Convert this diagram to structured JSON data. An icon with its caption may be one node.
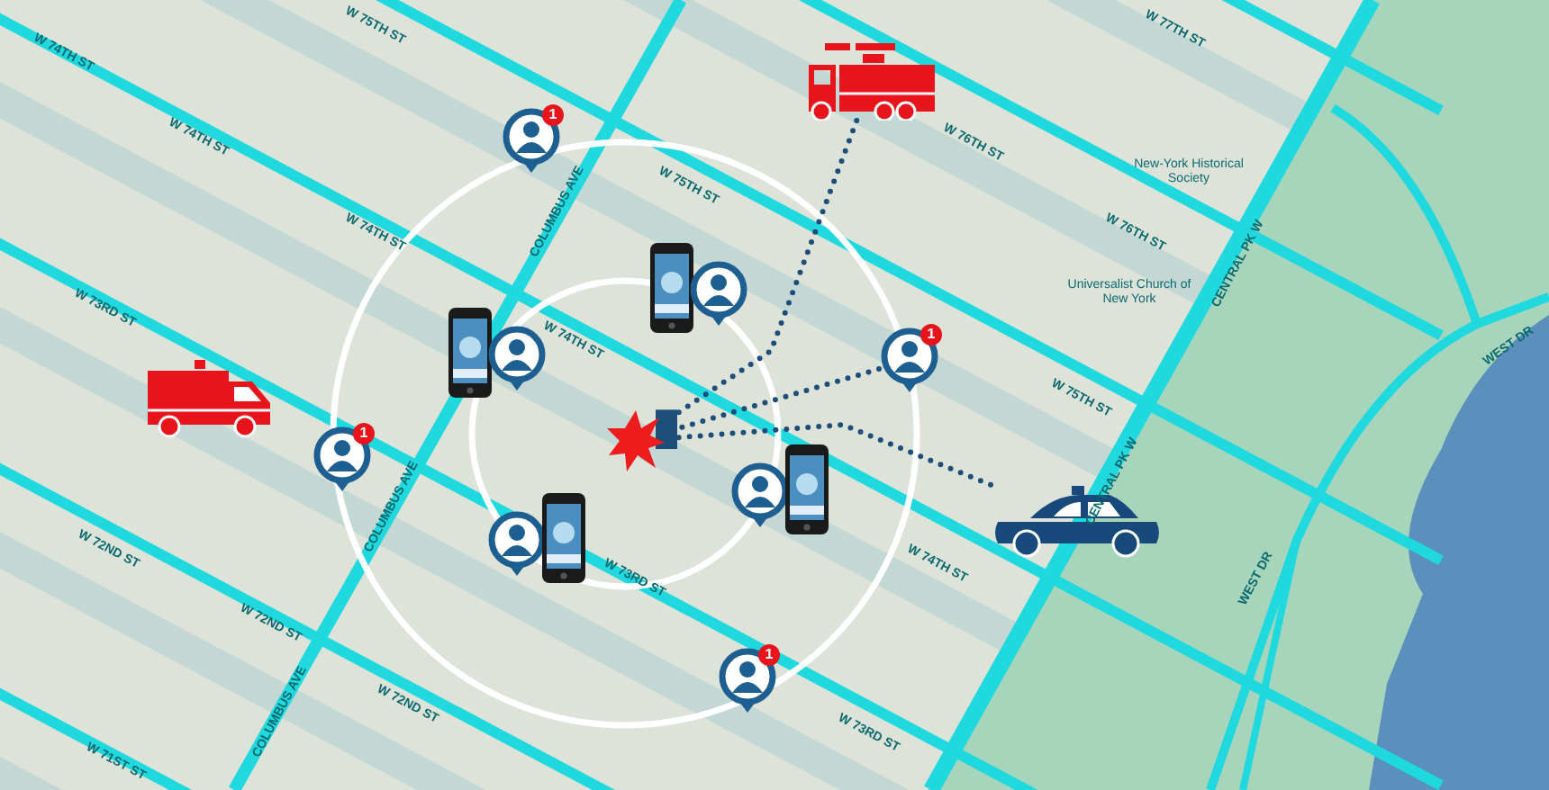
{
  "diagram": {
    "nodes": [
      {
        "text": [],
        "shape": "picture"
      },
      {
        "text": [
          "1"
        ]
      },
      {
        "text": [],
        "shape": "picture"
      },
      {
        "text": [],
        "shape": "picture"
      },
      {
        "text": [
          "1"
        ]
      },
      {
        "text": [],
        "shape": "picture"
      },
      {
        "text": [],
        "shape": "picture"
      },
      {
        "text": [
          "1"
        ]
      },
      {
        "text": [],
        "shape": "picture"
      },
      {
        "text": [],
        "shape": "picture"
      },
      {
        "text": [],
        "shape": "picture"
      },
      {
        "text": [
          "1"
        ]
      }
    ],
    "edges": [
      {
        "from": 0,
        "to": 6,
        "arrow": "other"
      },
      {
        "from": 4,
        "to": 6,
        "arrow": "other"
      },
      {
        "from": 9,
        "to": 6,
        "arrow": "other"
      }
    ],
    "labels": [
      "W 75TH ST",
      "W 77TH ST",
      "W 74TH ST",
      "W 74TH ST",
      "W 76TH ST",
      "New-York Historical Society",
      "W 75TH ST",
      "COLUMBUS AVE",
      "W 74TH ST",
      "W 76TH ST",
      "CENTRAL PK W",
      "Universalist Church of New York",
      "W 73RD ST",
      "W 74TH ST",
      "WEST DR",
      "W 75TH ST",
      "CENTRAL PK W",
      "COLUMBUS AVE",
      "W 72ND ST",
      "W 74TH ST",
      "W 73RD ST",
      "WEST DR",
      "W 72ND ST",
      "W 72ND ST",
      "COLUMBUS AVE",
      "W 73RD ST",
      "W 71ST ST"
    ]
  }
}
